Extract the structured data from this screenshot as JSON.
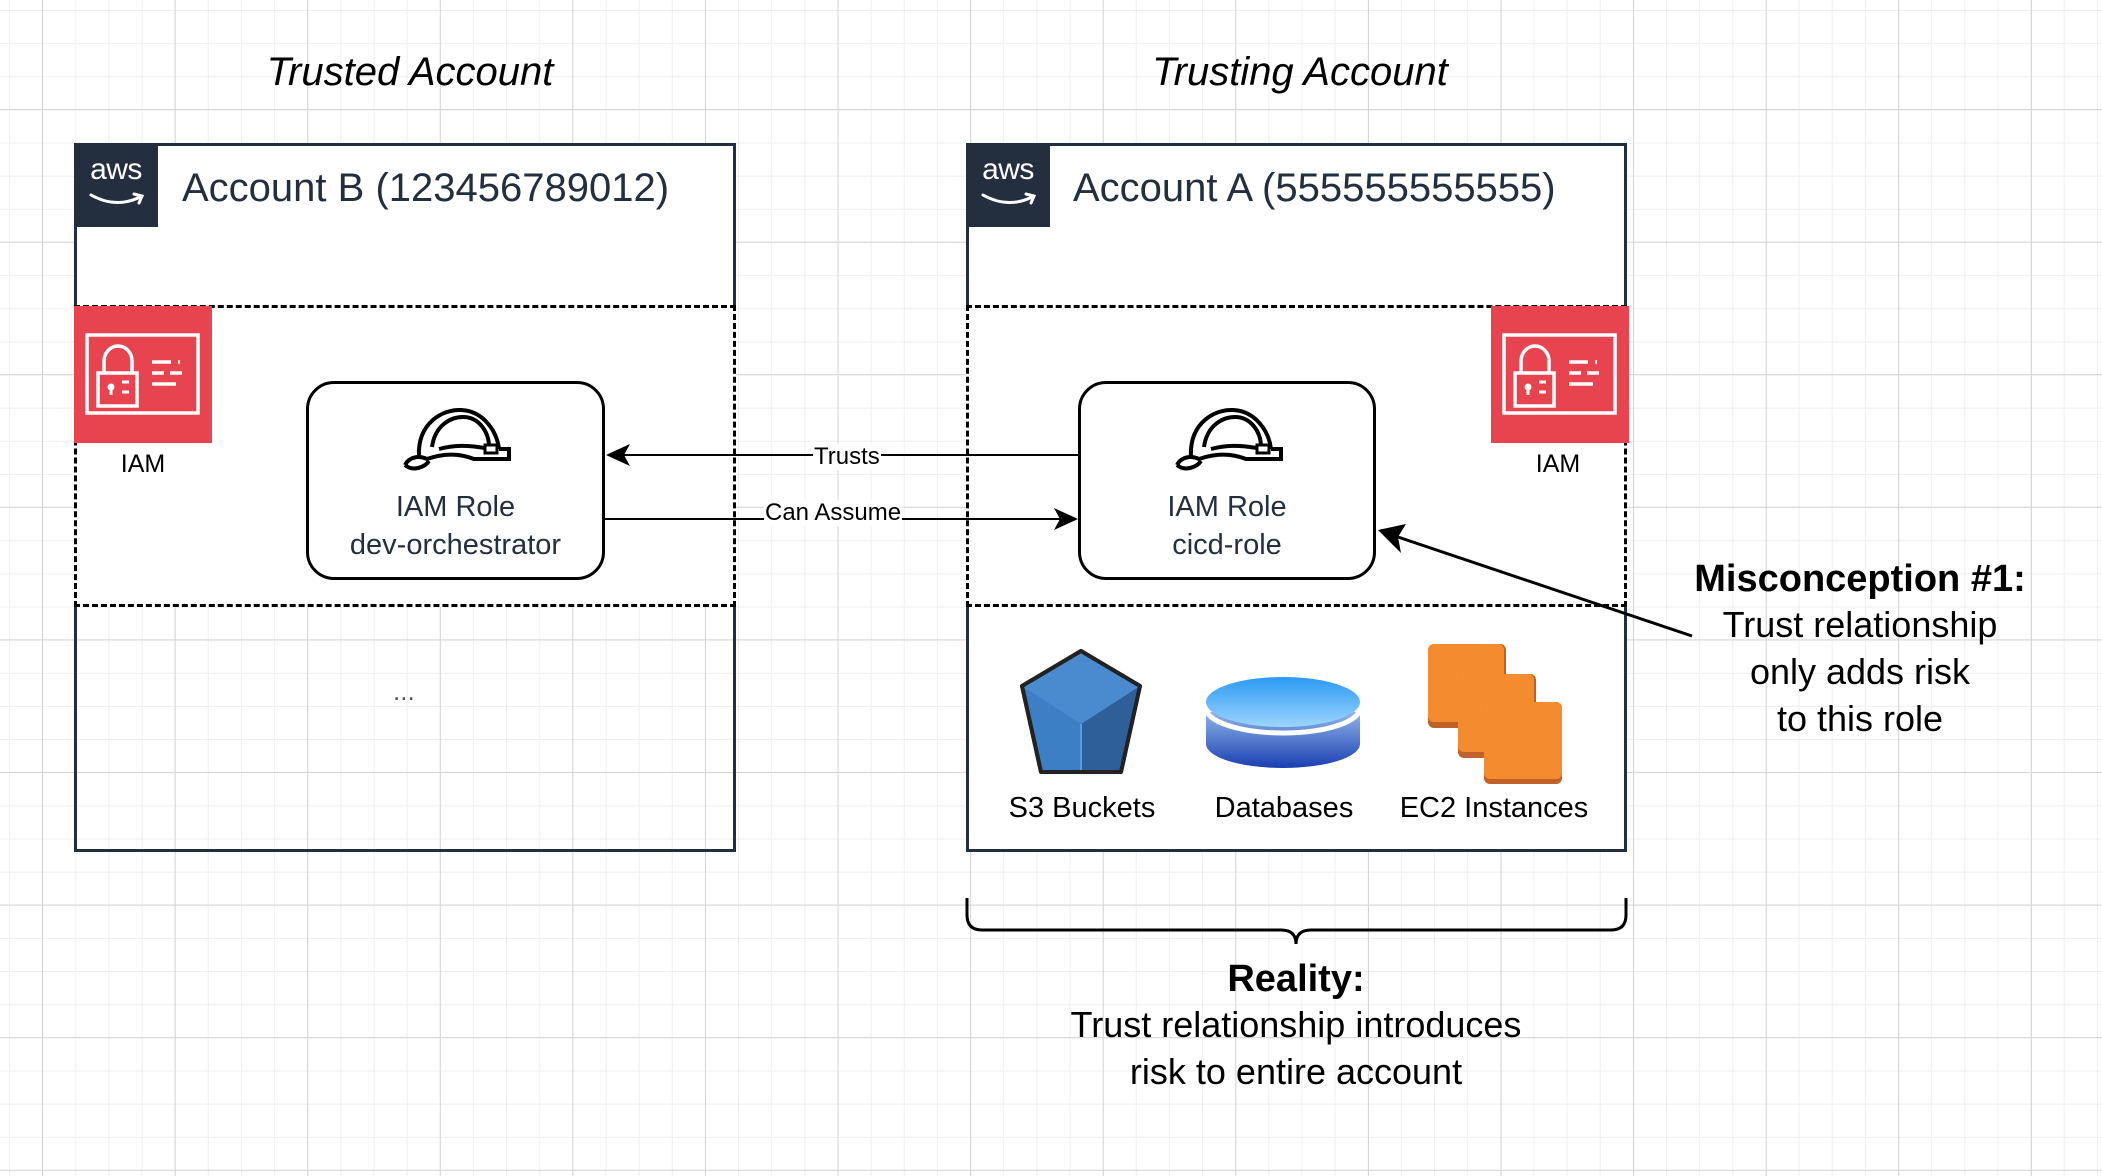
{
  "sections": {
    "trusted_title": "Trusted Account",
    "trusting_title": "Trusting Account"
  },
  "account_b": {
    "badge": "aws",
    "name": "Account B (123456789012)",
    "iam_label": "IAM",
    "role": {
      "type": "IAM Role",
      "name": "dev-orchestrator"
    },
    "placeholder": "..."
  },
  "account_a": {
    "badge": "aws",
    "name": "Account A (555555555555)",
    "iam_label": "IAM",
    "role": {
      "type": "IAM Role",
      "name": "cicd-role"
    },
    "resources": [
      {
        "label": "S3 Buckets",
        "icon": "s3-bucket-icon"
      },
      {
        "label": "Databases",
        "icon": "database-icon"
      },
      {
        "label": "EC2 Instances",
        "icon": "ec2-instances-icon"
      }
    ]
  },
  "edges": {
    "trusts": "Trusts",
    "can_assume": "Can Assume"
  },
  "misconception": {
    "title": "Misconception #1:",
    "lines": [
      "Trust relationship",
      "only adds risk",
      "to this role"
    ]
  },
  "reality": {
    "title": "Reality:",
    "lines": [
      "Trust relationship introduces",
      "risk to entire account"
    ]
  },
  "colors": {
    "aws_navy": "#232f3e",
    "iam_red": "#e7444f",
    "s3_blue": "#3d7fc4",
    "ec2_orange": "#f58b2f"
  }
}
